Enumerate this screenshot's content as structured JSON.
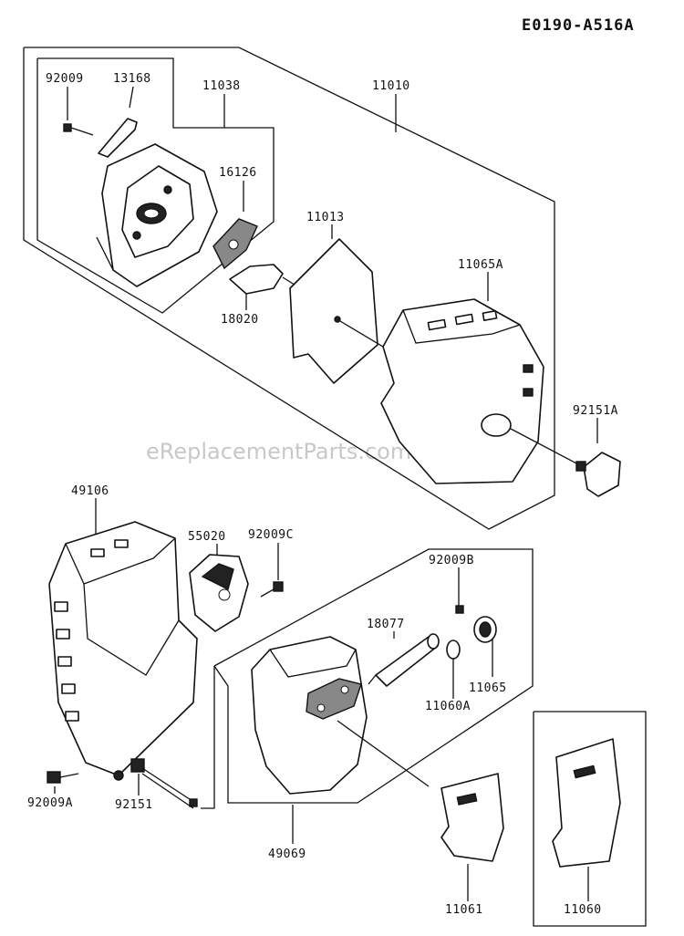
{
  "diagram": {
    "reference_code": "E0190-A516A",
    "watermark": "eReplacementParts.com",
    "parts": {
      "p92009": "92009",
      "p13168": "13168",
      "p11038": "11038",
      "p11010": "11010",
      "p16126": "16126",
      "p11013": "11013",
      "p11065A": "11065A",
      "p18020": "18020",
      "p92151A": "92151A",
      "p49106": "49106",
      "p55020": "55020",
      "p92009C": "92009C",
      "p92009B": "92009B",
      "p18077": "18077",
      "p11065": "11065",
      "p11060A": "11060A",
      "p92009A": "92009A",
      "p92151": "92151",
      "p49069": "49069",
      "p11061": "11061",
      "p11060": "11060"
    }
  }
}
